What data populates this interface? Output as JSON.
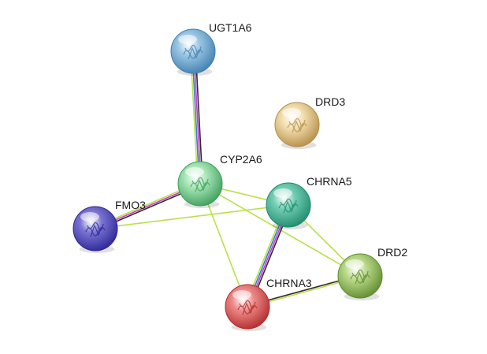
{
  "network": {
    "nodes": [
      {
        "id": "UGT1A6",
        "label": "UGT1A6",
        "color": "#9cc6e4",
        "shade": "#3f7fae"
      },
      {
        "id": "DRD3",
        "label": "DRD3",
        "color": "#f2dfb0",
        "shade": "#b58d47"
      },
      {
        "id": "CYP2A6",
        "label": "CYP2A6",
        "color": "#a8e6b8",
        "shade": "#3e9d5b"
      },
      {
        "id": "CHRNA5",
        "label": "CHRNA5",
        "color": "#72cdb3",
        "shade": "#1f8a6c"
      },
      {
        "id": "FMO3",
        "label": "FMO3",
        "color": "#7b74d2",
        "shade": "#2b2596"
      },
      {
        "id": "DRD2",
        "label": "DRD2",
        "color": "#b9d98a",
        "shade": "#5f8a2c"
      },
      {
        "id": "CHRNA3",
        "label": "CHRNA3",
        "color": "#ee8a8a",
        "shade": "#b02a2a"
      }
    ],
    "edges": [
      {
        "source": "UGT1A6",
        "target": "CYP2A6",
        "colors": [
          "#3a2b2b",
          "#d03bd0",
          "#3a7bd5",
          "#b9e04a"
        ]
      },
      {
        "source": "CYP2A6",
        "target": "FMO3",
        "colors": [
          "#3a2b2b",
          "#d03bd0",
          "#b9e04a"
        ]
      },
      {
        "source": "CYP2A6",
        "target": "CHRNA5",
        "colors": [
          "#b9e04a"
        ]
      },
      {
        "source": "CYP2A6",
        "target": "CHRNA3",
        "colors": [
          "#b9e04a"
        ]
      },
      {
        "source": "CYP2A6",
        "target": "DRD2",
        "colors": [
          "#b9e04a"
        ]
      },
      {
        "source": "FMO3",
        "target": "CHRNA5",
        "colors": [
          "#b9e04a"
        ]
      },
      {
        "source": "CHRNA5",
        "target": "CHRNA3",
        "colors": [
          "#3a2b2b",
          "#d03bd0",
          "#3a7bd5",
          "#b9e04a"
        ]
      },
      {
        "source": "CHRNA5",
        "target": "DRD2",
        "colors": [
          "#b9e04a"
        ]
      },
      {
        "source": "CHRNA3",
        "target": "DRD2",
        "colors": [
          "#3a2b2b",
          "#b9e04a"
        ]
      }
    ]
  }
}
